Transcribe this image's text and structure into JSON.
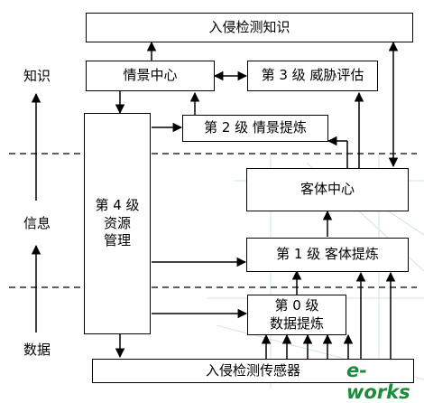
{
  "boxes": {
    "intrusion_knowledge": "入侵检测知识",
    "situation_center": "情景中心",
    "level3": "第 3 级  威胁评估",
    "level2": "第 2 级  情景提炼",
    "level4_line1": "第 4 级",
    "level4_line2": "资源",
    "level4_line3": "管理",
    "object_center": "客体中心",
    "level1": "第 1 级  客体提炼",
    "level0_line1": "第 0 级",
    "level0_line2": "数据提炼",
    "sensor": "入侵检测传感器"
  },
  "side_labels": {
    "knowledge": "知识",
    "information": "信息",
    "data": "数据"
  },
  "watermark": {
    "text": "e-works",
    "color": "#1a8c3a"
  }
}
